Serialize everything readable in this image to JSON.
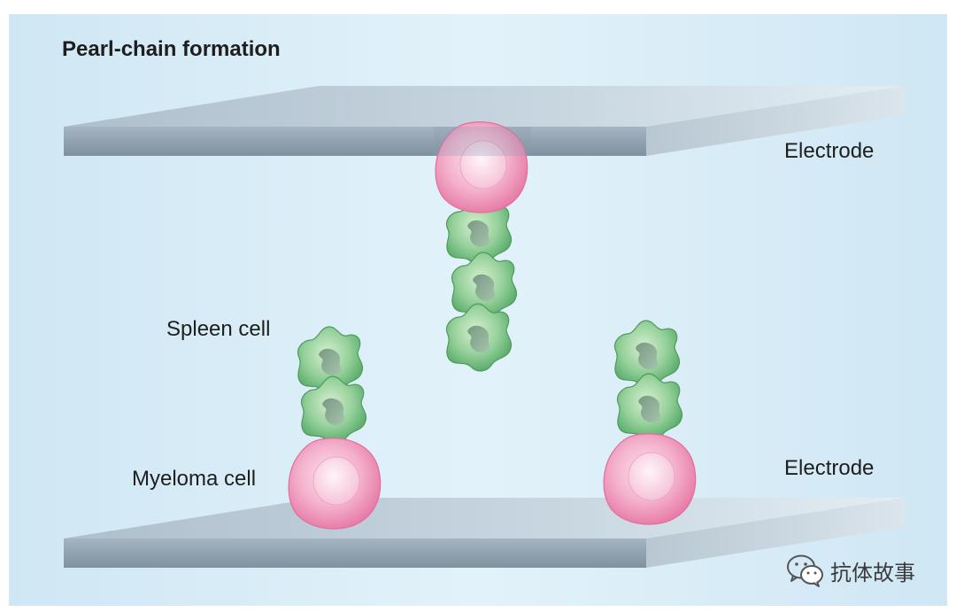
{
  "title": "Pearl-chain formation",
  "labels": {
    "electrode_top": "Electrode",
    "electrode_bottom": "Electrode",
    "spleen_cell": "Spleen cell",
    "myeloma_cell": "Myeloma cell"
  },
  "watermark": {
    "text": "抗体故事",
    "icon": "wechat-icon"
  },
  "colors": {
    "background": "#dff0f9",
    "electrode": "#8fa1b1",
    "myeloma_cell": "#f2a3c4",
    "spleen_cell": "#6fbf7a"
  }
}
